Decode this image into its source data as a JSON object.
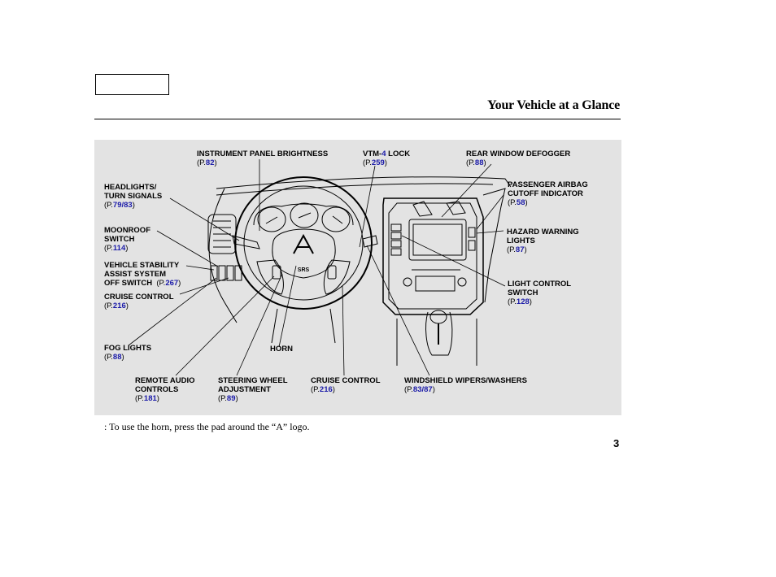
{
  "header": {
    "title": "Your Vehicle at a Glance"
  },
  "labels": {
    "instrument_panel_brightness": {
      "lines": [
        "INSTRUMENT PANEL BRIGHTNESS"
      ],
      "pre": "(P.",
      "refs": [
        "82"
      ],
      "post": ")"
    },
    "vtm4_lock": {
      "lines": [
        "VTM-",
        "4",
        " LOCK"
      ],
      "pre": "(P.",
      "refs": [
        "259"
      ],
      "post": ")"
    },
    "rear_window_defogger": {
      "lines": [
        "REAR WINDOW DEFOGGER"
      ],
      "pre": "(P.",
      "refs": [
        "88"
      ],
      "post": ")"
    },
    "headlights": {
      "lines": [
        "HEADLIGHTS/",
        "TURN SIGNALS"
      ],
      "pre": "(P.",
      "refs": [
        "79",
        "83"
      ],
      "post": ")"
    },
    "passenger_airbag": {
      "lines": [
        "PASSENGER AIRBAG",
        "CUTOFF INDICATOR"
      ],
      "pre": "(P.",
      "refs": [
        "58"
      ],
      "post": ")"
    },
    "moonroof": {
      "lines": [
        "MOONROOF",
        "SWITCH"
      ],
      "pre": "(P.",
      "refs": [
        "114"
      ],
      "post": ")"
    },
    "hazard": {
      "lines": [
        "HAZARD WARNING",
        "LIGHTS"
      ],
      "pre": "(P.",
      "refs": [
        "87"
      ],
      "post": ")"
    },
    "vsa": {
      "lines": [
        "VEHICLE STABILITY",
        "ASSIST SYSTEM",
        "OFF SWITCH"
      ],
      "pre": "(P.",
      "refs": [
        "267"
      ],
      "post": ")"
    },
    "light_control": {
      "lines": [
        "LIGHT CONTROL",
        "SWITCH"
      ],
      "pre": "(P.",
      "refs": [
        "128"
      ],
      "post": ")"
    },
    "cruise_left": {
      "lines": [
        "CRUISE CONTROL"
      ],
      "pre": "(P.",
      "refs": [
        "216"
      ],
      "post": ")"
    },
    "fog": {
      "lines": [
        "FOG LIGHTS"
      ],
      "pre": "(P.",
      "refs": [
        "88"
      ],
      "post": ")"
    },
    "horn": {
      "lines": [
        "HORN"
      ]
    },
    "remote_audio": {
      "lines": [
        "REMOTE AUDIO",
        "CONTROLS"
      ],
      "pre": "(P.",
      "refs": [
        "181"
      ],
      "post": ")"
    },
    "steering_adj": {
      "lines": [
        "STEERING WHEEL",
        "ADJUSTMENT"
      ],
      "pre": "(P.",
      "refs": [
        "89"
      ],
      "post": ")"
    },
    "cruise_bottom": {
      "lines": [
        "CRUISE CONTROL"
      ],
      "pre": "(P.",
      "refs": [
        "216"
      ],
      "post": ")"
    },
    "wipers": {
      "lines": [
        "WINDSHIELD WIPERS/WASHERS"
      ],
      "pre": "(P.",
      "refs": [
        "83",
        "87"
      ],
      "post": ")"
    }
  },
  "wheel_badge": "SRS",
  "footnote": ":   To use the horn, press the pad around the “A” logo.",
  "page_number": "3",
  "colors": {
    "panel_bg": "#e3e3e3",
    "link": "#1a1aa8"
  }
}
